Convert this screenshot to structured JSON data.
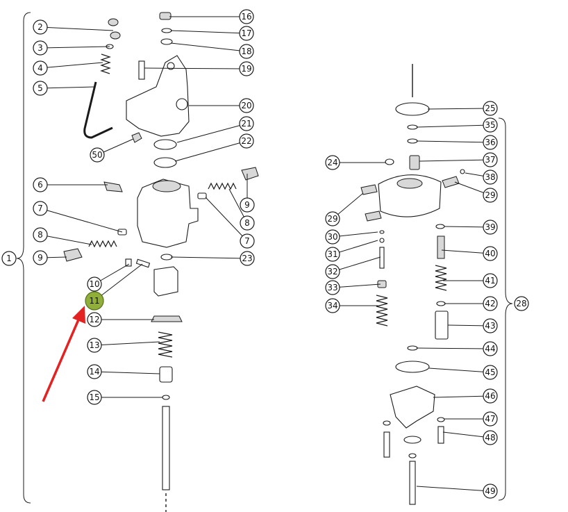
{
  "diagram": {
    "callouts": [
      "1",
      "2",
      "3",
      "4",
      "5",
      "50",
      "6",
      "7",
      "8",
      "9",
      "10",
      "11",
      "12",
      "13",
      "14",
      "15",
      "16",
      "17",
      "18",
      "19",
      "20",
      "21",
      "22",
      "23",
      "24",
      "25",
      "28",
      "29",
      "30",
      "31",
      "32",
      "33",
      "34",
      "35",
      "36",
      "37",
      "38",
      "39",
      "40",
      "41",
      "42",
      "43",
      "44",
      "45",
      "46",
      "47",
      "48",
      "49"
    ],
    "highlighted": "11",
    "colors": {
      "highlight": "#8fae3a",
      "arrow": "#e32222",
      "ink": "#1a1a1a"
    }
  }
}
